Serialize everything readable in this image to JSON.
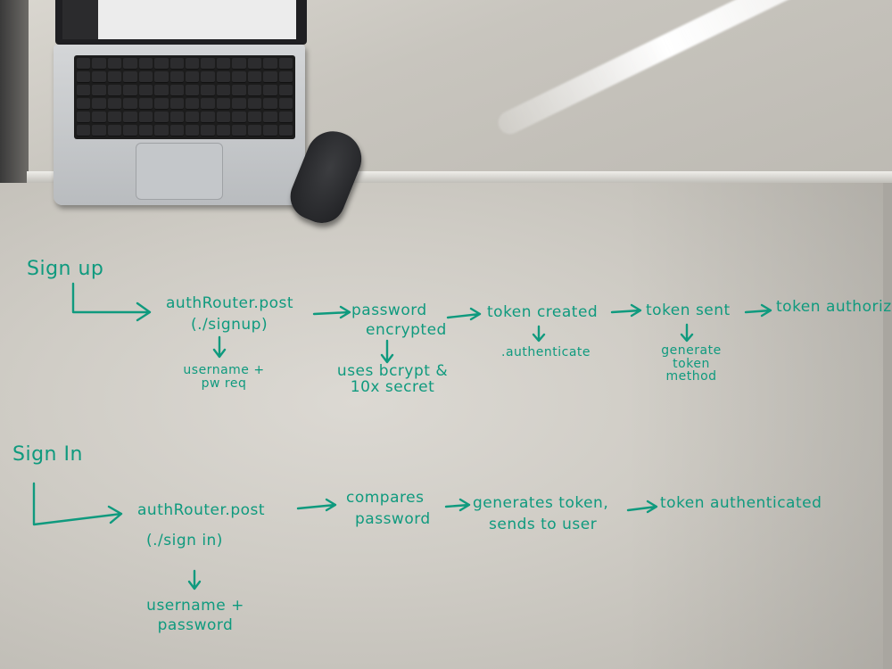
{
  "sign_up": {
    "heading": "Sign up",
    "steps": [
      {
        "label": "authRouter.post",
        "sublabel": "(./signup)",
        "detail": "username + pw req"
      },
      {
        "label": "password",
        "sublabel": "encrypted",
        "detail": "uses bcrypt & 10x secret"
      },
      {
        "label": "token created",
        "sublabel": "",
        "detail": ".authenticate"
      },
      {
        "label": "token sent",
        "sublabel": "",
        "detail": "generate token method"
      },
      {
        "label": "token authorized",
        "sublabel": "",
        "detail": ""
      }
    ]
  },
  "sign_in": {
    "heading": "Sign In",
    "steps": [
      {
        "label": "authRouter.post",
        "sublabel": "(./sign in)",
        "detail": "username + password"
      },
      {
        "label": "compares",
        "sublabel": "password",
        "detail": ""
      },
      {
        "label": "generates token,",
        "sublabel": "sends to user",
        "detail": ""
      },
      {
        "label": "token authenticated",
        "sublabel": "",
        "detail": ""
      }
    ]
  },
  "colors": {
    "marker": "#0f9a7e",
    "board": "#d3d0ca",
    "eraser": "#2a2b2e"
  },
  "icons": [
    "laptop-icon",
    "eraser-icon"
  ]
}
